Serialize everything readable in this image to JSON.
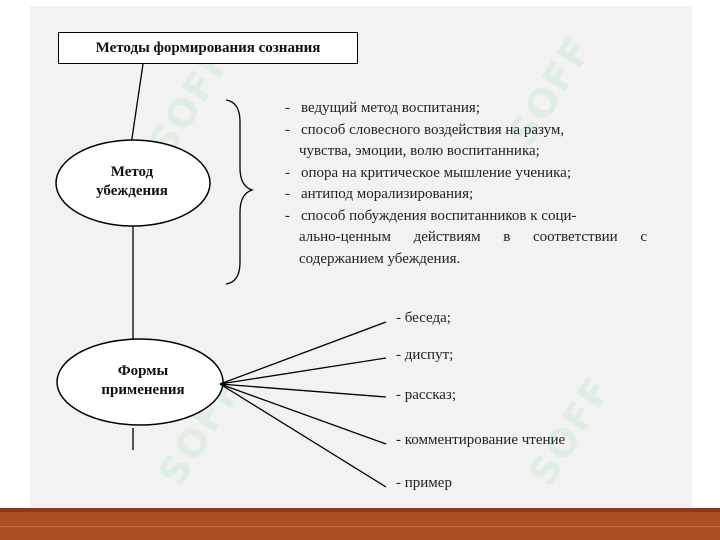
{
  "diagram": {
    "title": "Методы формирования сознания",
    "method_node": {
      "line1": "Метод",
      "line2": "убеждения"
    },
    "forms_node": {
      "line1": "Формы",
      "line2": "применения"
    },
    "method_properties": [
      {
        "dash": "-",
        "first": "ведущий метод воспитания;",
        "rest": ""
      },
      {
        "dash": "-",
        "first": "способ словесного воздействия на разум,",
        "rest": "чувства, эмоции, волю воспитанника;"
      },
      {
        "dash": "-",
        "first": "опора на критическое мышление ученика;",
        "rest": ""
      },
      {
        "dash": "-",
        "first": "антипод морализирования;",
        "rest": ""
      },
      {
        "dash": "-",
        "first": "способ побуждения воспитанников к соци-",
        "rest": "ально-ценным действиям в соответствии с содержанием убеждения."
      }
    ],
    "forms": [
      "- беседа;",
      "- диспут;",
      "- рассказ;",
      "- комментирование чтение",
      "- пример"
    ]
  },
  "colors": {
    "panel_background": "#f2f2f2",
    "bottom_bar": "#ad4f25",
    "line_color": "#000000"
  }
}
